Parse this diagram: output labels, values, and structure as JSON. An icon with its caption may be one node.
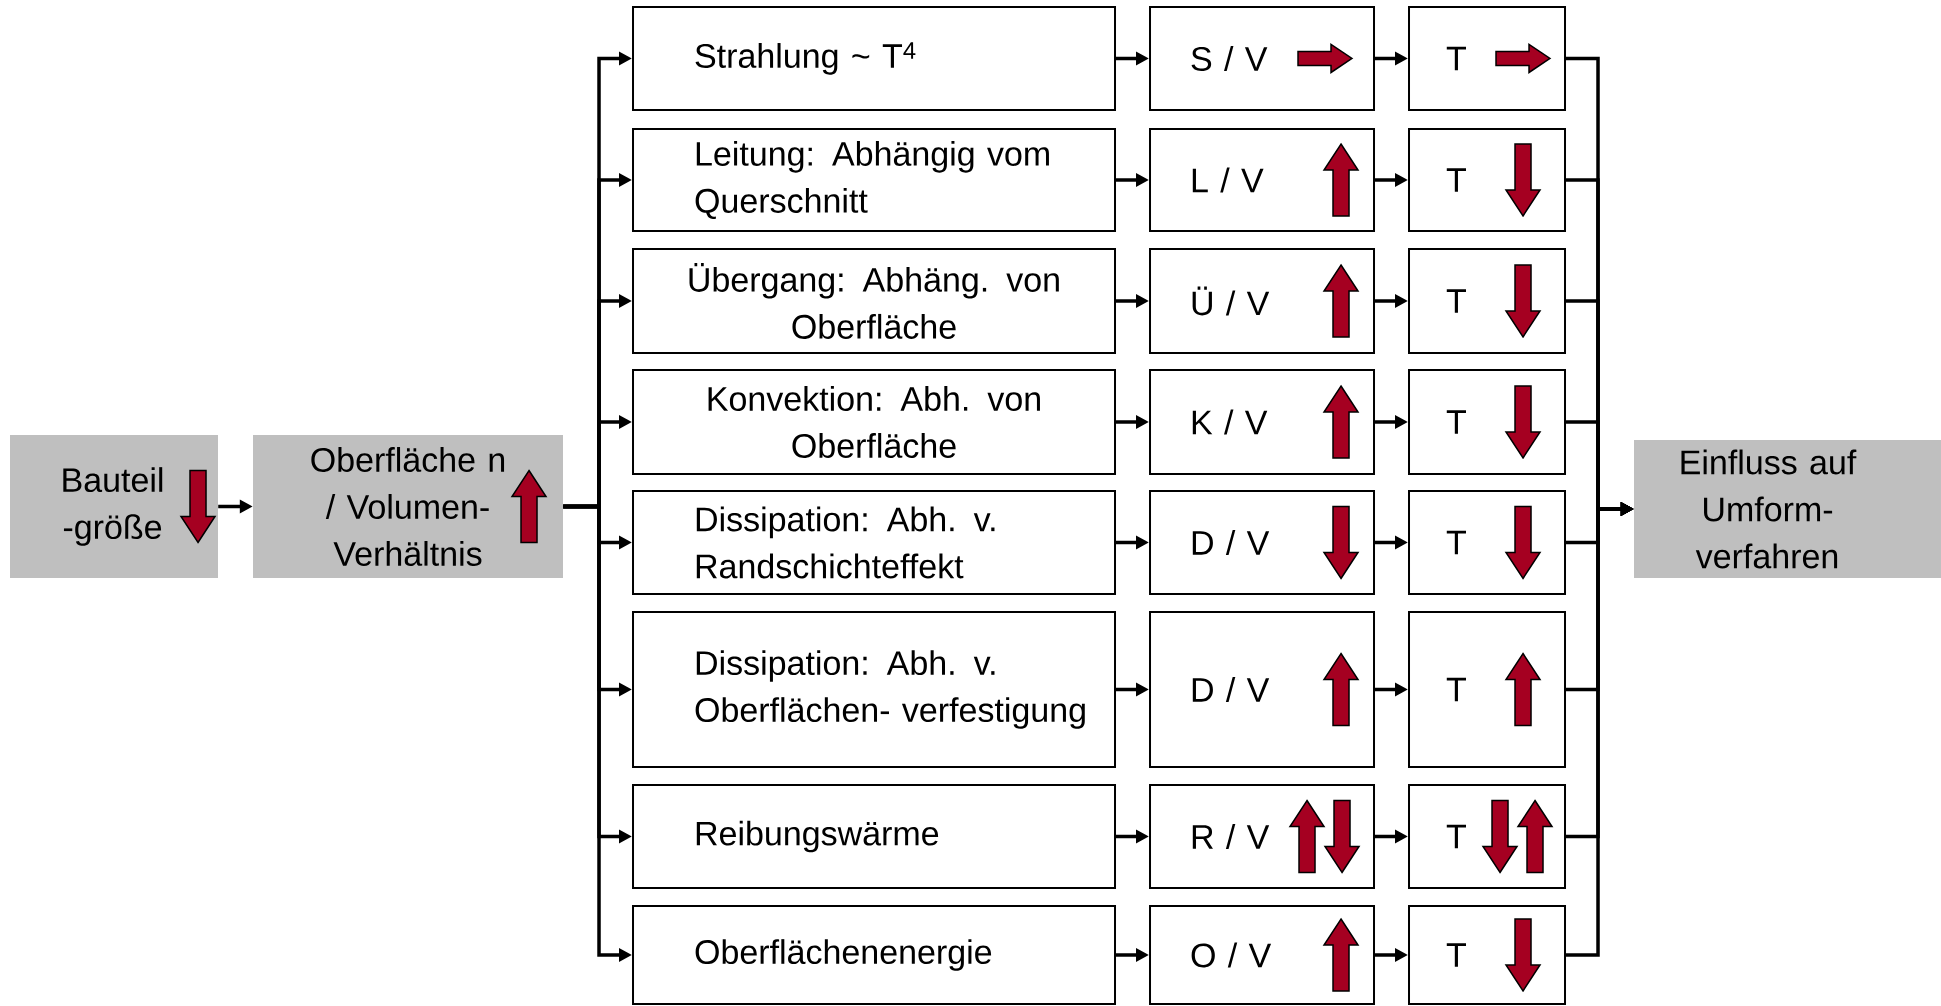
{
  "diagram": {
    "nodes": [
      {
        "text": [
          "Bauteil -größe"
        ]
      },
      {
        "text": [
          "Oberfläche n / Volumen- Verhältnis"
        ]
      },
      {
        "text": [
          "Strahlung ~ T$^{4}$"
        ]
      },
      {
        "text": [
          "Leitung: Abhängig vom Querschnitt"
        ]
      },
      {
        "text": [
          "Übergang: Abhäng. von Oberfläche"
        ]
      },
      {
        "text": [
          "Konvektion: Abh. von Oberfläche"
        ]
      },
      {
        "text": [
          "Dissipation: Abh. v. Randschichteffekt"
        ]
      },
      {
        "text": [
          "Dissipation: Abh. v. Oberflächen- verfestigung"
        ]
      },
      {
        "text": [
          "Reibungswärme"
        ]
      },
      {
        "text": [
          "Oberflächenenergie"
        ]
      },
      {
        "text": [
          "S / V"
        ]
      },
      {
        "text": [
          "L / V"
        ]
      },
      {
        "text": [
          "Ü / V"
        ]
      },
      {
        "text": [
          "K / V"
        ]
      },
      {
        "text": [
          "D / V"
        ]
      },
      {
        "text": [
          "D / V"
        ]
      },
      {
        "text": [
          "R / V"
        ]
      },
      {
        "text": [
          "O / V"
        ]
      },
      {
        "text": [
          "T"
        ]
      },
      {
        "text": [
          "T"
        ]
      },
      {
        "text": [
          "T"
        ]
      },
      {
        "text": [
          "T"
        ]
      },
      {
        "text": [
          "T"
        ]
      },
      {
        "text": [
          "T"
        ]
      },
      {
        "text": [
          "T"
        ]
      },
      {
        "text": [
          "T"
        ]
      },
      {
        "text": [
          "Einfluss auf Umform- verfahren"
        ]
      }
    ],
    "edges": [
      {
        "from": 0,
        "to": 1,
        "arrow": "to"
      },
      {
        "from": 1,
        "to": 2,
        "arrow": "to"
      },
      {
        "from": 1,
        "to": 3,
        "arrow": "to"
      },
      {
        "from": 1,
        "to": 4,
        "arrow": "to"
      },
      {
        "from": 1,
        "to": 5,
        "arrow": "to"
      },
      {
        "from": 1,
        "to": 6,
        "arrow": "to"
      },
      {
        "from": 1,
        "to": 7,
        "arrow": "to"
      },
      {
        "from": 1,
        "to": 8,
        "arrow": "to"
      },
      {
        "from": 1,
        "to": 9,
        "arrow": "to"
      },
      {
        "from": 2,
        "to": 10,
        "arrow": "to"
      },
      {
        "from": 3,
        "to": 11,
        "arrow": "to"
      },
      {
        "from": 4,
        "to": 12,
        "arrow": "to"
      },
      {
        "from": 5,
        "to": 13,
        "arrow": "to"
      },
      {
        "from": 6,
        "to": 14,
        "arrow": "to"
      },
      {
        "from": 7,
        "to": 15,
        "arrow": "to"
      },
      {
        "from": 8,
        "to": 16,
        "arrow": "to"
      },
      {
        "from": 9,
        "to": 17,
        "arrow": "to"
      },
      {
        "from": 10,
        "to": 18,
        "arrow": "to"
      },
      {
        "from": 11,
        "to": 19,
        "arrow": "to"
      },
      {
        "from": 12,
        "to": 20,
        "arrow": "to"
      },
      {
        "from": 13,
        "to": 21,
        "arrow": "to"
      },
      {
        "from": 14,
        "to": 22,
        "arrow": "to"
      },
      {
        "from": 15,
        "to": 23,
        "arrow": "to"
      },
      {
        "from": 16,
        "to": 24,
        "arrow": "to"
      },
      {
        "from": 17,
        "to": 25,
        "arrow": "to"
      },
      {
        "from": 18,
        "to": 26,
        "arrow": "to"
      },
      {
        "from": 19,
        "to": 26,
        "arrow": "to"
      },
      {
        "from": 20,
        "to": 26,
        "arrow": "to"
      },
      {
        "from": 21,
        "to": 26,
        "arrow": "to"
      },
      {
        "from": 22,
        "to": 26,
        "arrow": "to"
      },
      {
        "from": 23,
        "to": 26,
        "arrow": "to"
      },
      {
        "from": 24,
        "to": 26,
        "arrow": "to"
      },
      {
        "from": 25,
        "to": 26,
        "arrow": "to"
      }
    ]
  }
}
